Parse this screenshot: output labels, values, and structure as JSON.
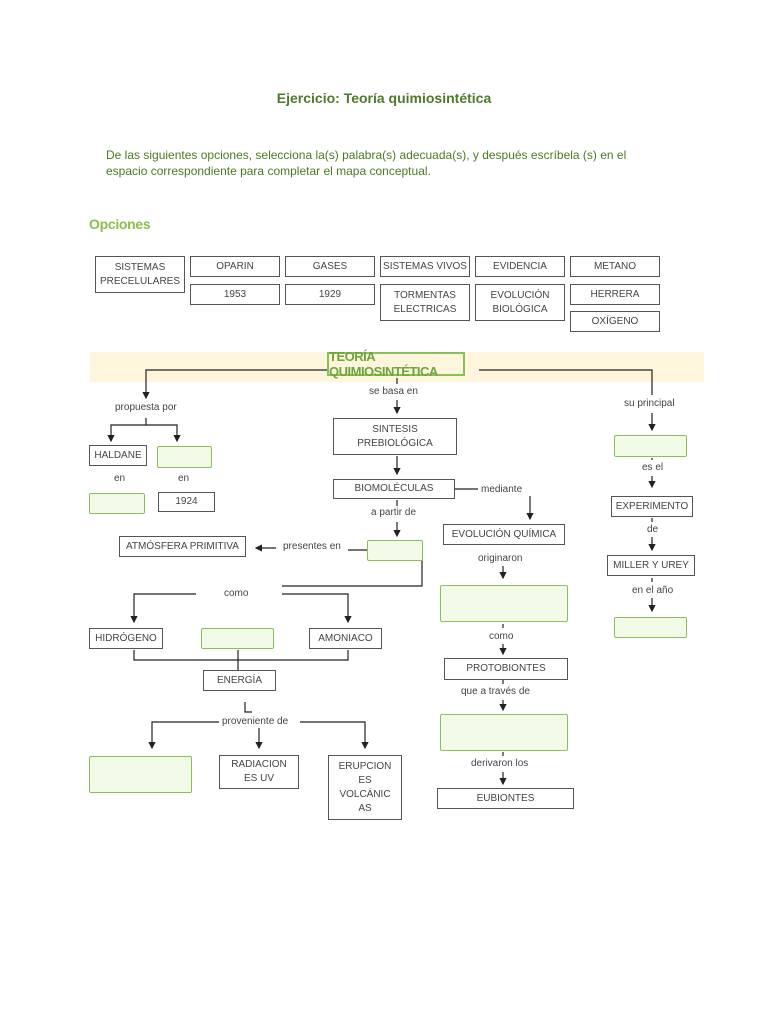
{
  "title": "Ejercicio: Teoría quimiosintética",
  "instructions": "De las siguientes opciones, selecciona la(s) palabra(s) adecuada(s), y después escríbela (s) en el espacio correspondiente para completar el mapa conceptual.",
  "options_heading": "Opciones",
  "options": {
    "sistemas_precelulares": "SISTEMAS PRECELULARES",
    "oparin": "OPARIN",
    "gases": "GASES",
    "sistemas_vivos": "SISTEMAS VIVOS",
    "evidencia": "EVIDENCIA",
    "metano": "METANO",
    "y1953": "1953",
    "y1929": "1929",
    "tormentas": "TORMENTAS ELECTRICAS",
    "evolucion_biologica": "EVOLUCIÓN BIOLÓGICA",
    "herrera": "HERRERA",
    "oxigeno": "OXÍGENO"
  },
  "map": {
    "title": "TEORÍA QUIMIOSINTÉTICA",
    "se_basa_en": "se basa en",
    "propuesta_por": "propuesta por",
    "su_principal": "su principal",
    "sintesis": "SINTESIS PREBIOLÓGICA",
    "haldane": "HALDANE",
    "en1": "en",
    "en2": "en",
    "y1924": "1924",
    "biomoleculas": "BIOMOLÉCULAS",
    "mediante": "mediante",
    "a_partir_de": "a partir de",
    "es_el": "es el",
    "experimento": "EXPERIMENTO",
    "atmosfera": "ATMÓSFERA PRIMITIVA",
    "presentes_en": "presentes en",
    "evolucion_quimica": "EVOLUCIÓN QUÍMICA",
    "de": "de",
    "originaron": "originaron",
    "miller": "MILLER Y UREY",
    "en_el_ano": "en el año",
    "como1": "como",
    "hidrogeno": "HIDRÓGENO",
    "amoniaco": "AMONIACO",
    "como2": "como",
    "protobiontes": "PROTOBIONTES",
    "energia": "ENERGÍA",
    "que_a_traves_de": "que a través de",
    "proveniente_de": "proveniente de",
    "radiacion": "RADIACION ES UV",
    "erupcion": "ERUPCION ES VOLCÁNIC AS",
    "derivaron_los": "derivaron los",
    "eubiontes": "EUBIONTES"
  }
}
